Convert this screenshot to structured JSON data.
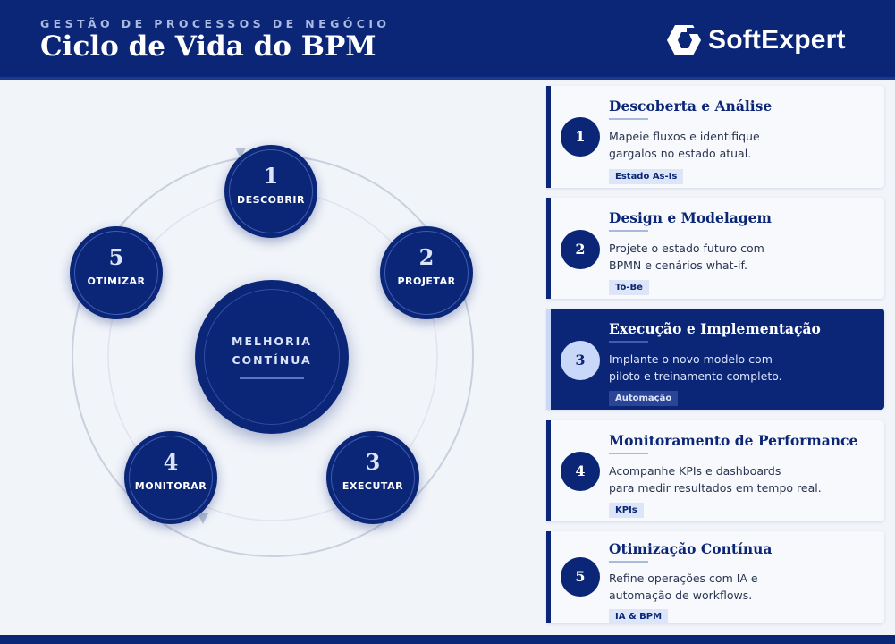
{
  "header": {
    "kicker": "GESTÃO DE PROCESSOS DE NEGÓCIO",
    "title": "Ciclo de Vida do BPM",
    "brand": "SoftExpert"
  },
  "diagram": {
    "center_label_line1": "MELHORIA",
    "center_label_line2": "CONTÍNUA",
    "steps": [
      {
        "number": "1",
        "label": "DESCOBRIR"
      },
      {
        "number": "2",
        "label": "PROJETAR"
      },
      {
        "number": "3",
        "label": "EXECUTAR"
      },
      {
        "number": "4",
        "label": "MONITORAR"
      },
      {
        "number": "5",
        "label": "OTIMIZAR"
      }
    ]
  },
  "cards": [
    {
      "number": "1",
      "title": "Descoberta e Análise",
      "desc_line1": "Mapeie fluxos e identifique",
      "desc_line2": "gargalos no estado atual.",
      "tag": "Estado As-Is",
      "active": false
    },
    {
      "number": "2",
      "title": "Design e Modelagem",
      "desc_line1": "Projete o estado futuro com",
      "desc_line2": "BPMN e cenários what-if.",
      "tag": "To-Be",
      "active": false
    },
    {
      "number": "3",
      "title": "Execução e Implementação",
      "desc_line1": "Implante o novo modelo com",
      "desc_line2": "piloto e treinamento completo.",
      "tag": "Automação",
      "active": true
    },
    {
      "number": "4",
      "title": "Monitoramento de Performance",
      "desc_line1": "Acompanhe KPIs e dashboards",
      "desc_line2": "para medir resultados em tempo real.",
      "tag": "KPIs",
      "active": false
    },
    {
      "number": "5",
      "title": "Otimização Contínua",
      "desc_line1": "Refine operações com IA e",
      "desc_line2": "automação de workflows.",
      "tag": "IA & BPM",
      "active": false
    }
  ],
  "colors": {
    "primary": "#0b2677",
    "accent_light": "#c9d8f8",
    "background": "#f1f4f9"
  }
}
